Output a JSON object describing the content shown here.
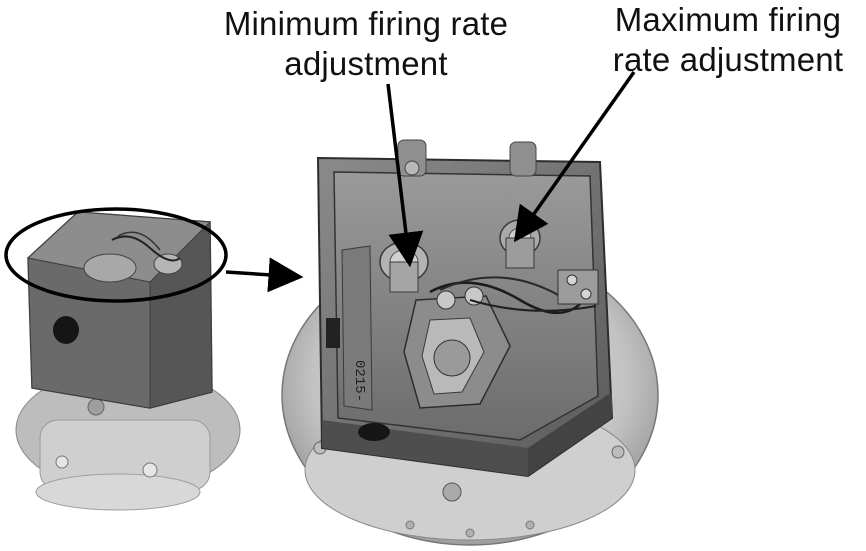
{
  "annotations": {
    "min_firing": {
      "line1": "Minimum firing rate",
      "line2": "adjustment"
    },
    "max_firing": {
      "line1": "Maximum firing",
      "line2": "rate adjustment"
    }
  },
  "device_markings": {
    "module_number": "0215-"
  },
  "colors": {
    "background": "#ffffff",
    "housing": "#6f6f6f",
    "housing_dark": "#3e3e3e",
    "metal_flange": "#c9c9c9",
    "arrow": "#000000"
  }
}
